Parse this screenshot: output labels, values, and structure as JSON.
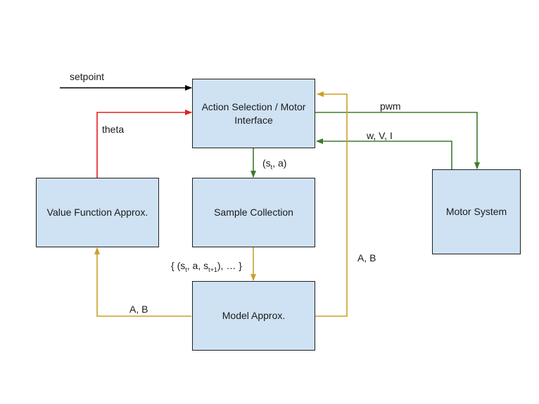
{
  "colors": {
    "box_fill": "#cfe2f3",
    "box_border": "#1f1f1f",
    "arrow_black": "#000000",
    "arrow_red": "#e0201a",
    "arrow_green": "#3d7b2a",
    "arrow_gold": "#c9a12a"
  },
  "boxes": {
    "action_selection": "Action Selection / Motor Interface",
    "value_function": "Value Function Approx.",
    "sample_collection": "Sample Collection",
    "motor_system": "Motor System",
    "model_approx": "Model Approx."
  },
  "labels": {
    "setpoint": "setpoint",
    "theta": "theta",
    "pwm": "pwm",
    "wvi": "w, V, I",
    "st_a": {
      "open": "(s",
      "sub_t": "t",
      "close": ", a)"
    },
    "samples": {
      "open": "{ (s",
      "sub_t": "t",
      "mid": ", a, s",
      "sub_t1": "t+1",
      "close": "), … }"
    },
    "ab_left": "A, B",
    "ab_right": "A, B"
  }
}
